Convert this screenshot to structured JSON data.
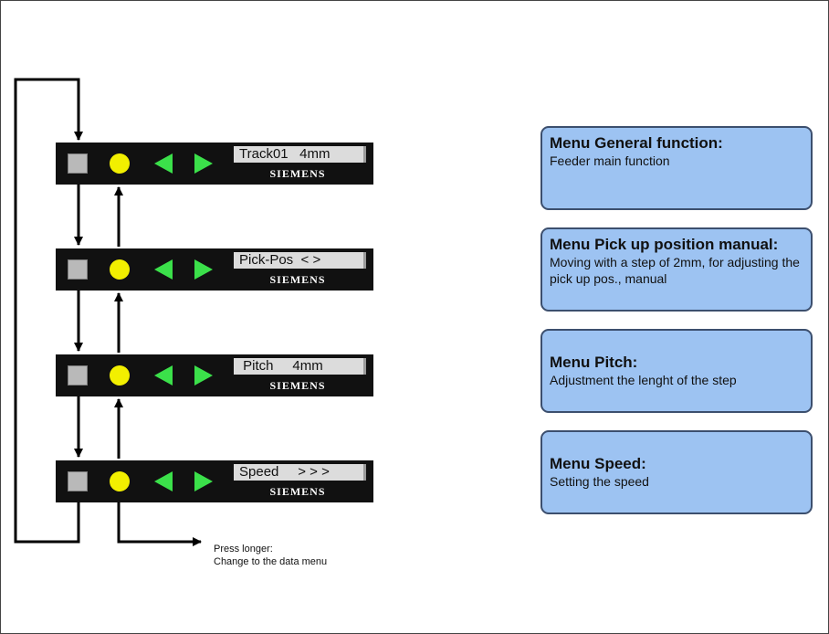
{
  "panels": [
    {
      "display": "Track01   4mm",
      "brand": "SIEMENS"
    },
    {
      "display": "Pick-Pos  < >",
      "brand": "SIEMENS"
    },
    {
      "display": " Pitch     4mm",
      "brand": "SIEMENS"
    },
    {
      "display": "Speed     > > >",
      "brand": "SIEMENS"
    }
  ],
  "menus": [
    {
      "title": "Menu General function:",
      "desc": "Feeder main function"
    },
    {
      "title": "Menu Pick up position manual:",
      "desc": "Moving with a step of 2mm, for adjusting the pick up pos., manual"
    },
    {
      "title": "Menu  Pitch:",
      "desc": "Adjustment the lenght of the step"
    },
    {
      "title": "Menu  Speed:",
      "desc": "Setting the speed"
    }
  ],
  "note": {
    "line1": "Press longer:",
    "line2": "Change to the data menu"
  },
  "colors": {
    "lcd": "#dcdcdc",
    "panel": "#111111",
    "button_green": "#3be04a",
    "button_yellow": "#f2ef00",
    "menu_box": "#9dc3f2"
  }
}
